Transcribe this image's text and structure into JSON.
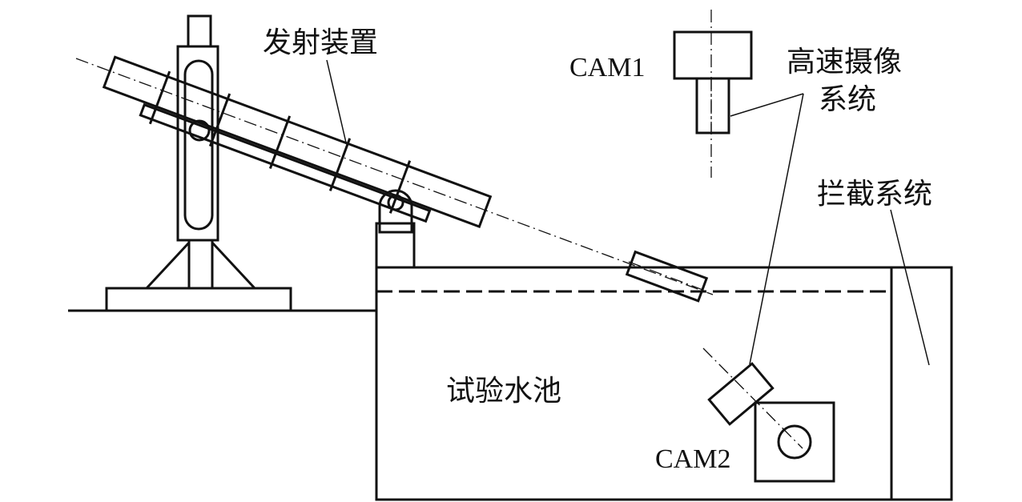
{
  "labels": {
    "launcher": "发射装置",
    "camera_system_line1": "高速摄像",
    "camera_system_line2": "系统",
    "interception": "拦截系统",
    "pool": "试验水池",
    "cam1": "CAM1",
    "cam2": "CAM2"
  },
  "colors": {
    "stroke": "#111111",
    "background": "#ffffff"
  }
}
